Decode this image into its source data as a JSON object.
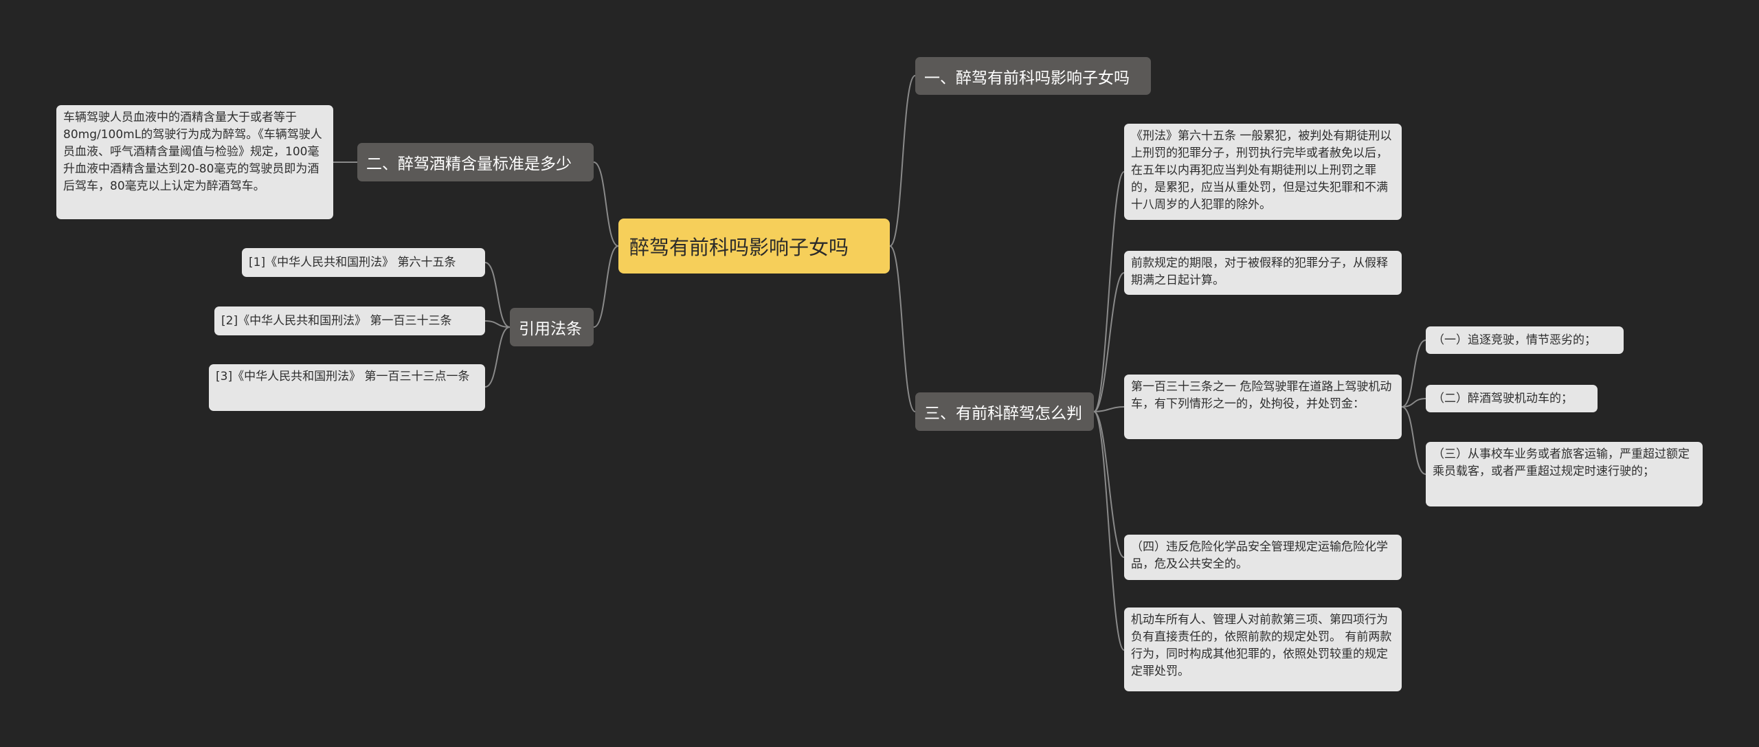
{
  "root": {
    "label": "醉驾有前科吗影响子女吗"
  },
  "branches": {
    "b1": {
      "label": "一、醉驾有前科吗影响子女吗"
    },
    "b2": {
      "label": "二、醉驾酒精含量标准是多少",
      "leaf": "车辆驾驶人员血液中的酒精含量大于或者等于80mg/100mL的驾驶行为成为醉驾。《车辆驾驶人员血液、呼气酒精含量阈值与检验》规定，100毫升血液中酒精含量达到20-80毫克的驾驶员即为酒后驾车，80毫克以上认定为醉酒驾车。"
    },
    "b3": {
      "label": "三、有前科醉驾怎么判",
      "leaves": [
        "《刑法》第六十五条 一般累犯，被判处有期徒刑以上刑罚的犯罪分子，刑罚执行完毕或者赦免以后，在五年以内再犯应当判处有期徒刑以上刑罚之罪的，是累犯，应当从重处罚，但是过失犯罪和不满十八周岁的人犯罪的除外。",
        "前款规定的期限，对于被假释的犯罪分子，从假释期满之日起计算。",
        "第一百三十三条之一 危险驾驶罪在道路上驾驶机动车，有下列情形之一的，处拘役，并处罚金：",
        "（四）违反危险化学品安全管理规定运输危险化学品，危及公共安全的。",
        "机动车所有人、管理人对前款第三项、第四项行为负有直接责任的，依照前款的规定处罚。 有前两款行为，同时构成其他犯罪的，依照处罚较重的规定定罪处罚。"
      ],
      "sub_leaves": [
        "（一）追逐竞驶，情节恶劣的；",
        "（二）醉酒驾驶机动车的；",
        "（三）从事校车业务或者旅客运输，严重超过额定乘员载客，或者严重超过规定时速行驶的；"
      ]
    },
    "b4": {
      "label": "引用法条",
      "leaves": [
        "[1]《中华人民共和国刑法》 第六十五条",
        "[2]《中华人民共和国刑法》 第一百三十三条",
        "[3]《中华人民共和国刑法》 第一百三十三点一条"
      ]
    }
  },
  "colors": {
    "background": "#252525",
    "root": "#f6cf5a",
    "branch": "#5b5957",
    "leaf": "#e6e6e6",
    "line": "#8a8a8a"
  }
}
